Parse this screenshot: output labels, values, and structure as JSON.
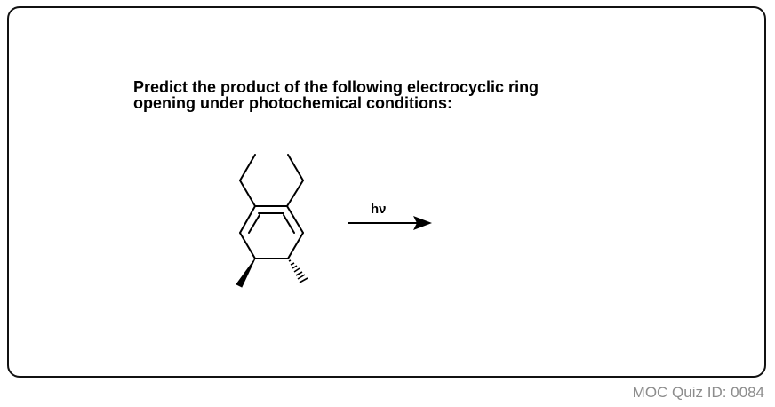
{
  "question": {
    "line1": "Predict the product of the following electrocyclic ring",
    "line2": "opening under photochemical conditions:"
  },
  "reaction": {
    "reagent_label": "hν",
    "arrow_direction": "right",
    "reactant": "cyclohexadiene bearing two ethyl groups on the C=C and two methyl stereocenters (one wedge, one hash)",
    "product": ""
  },
  "footer": {
    "quiz_id": "MOC Quiz ID: 0084"
  },
  "colors": {
    "border": "#111111",
    "text": "#000000",
    "footer_text": "#8c8c8c"
  }
}
